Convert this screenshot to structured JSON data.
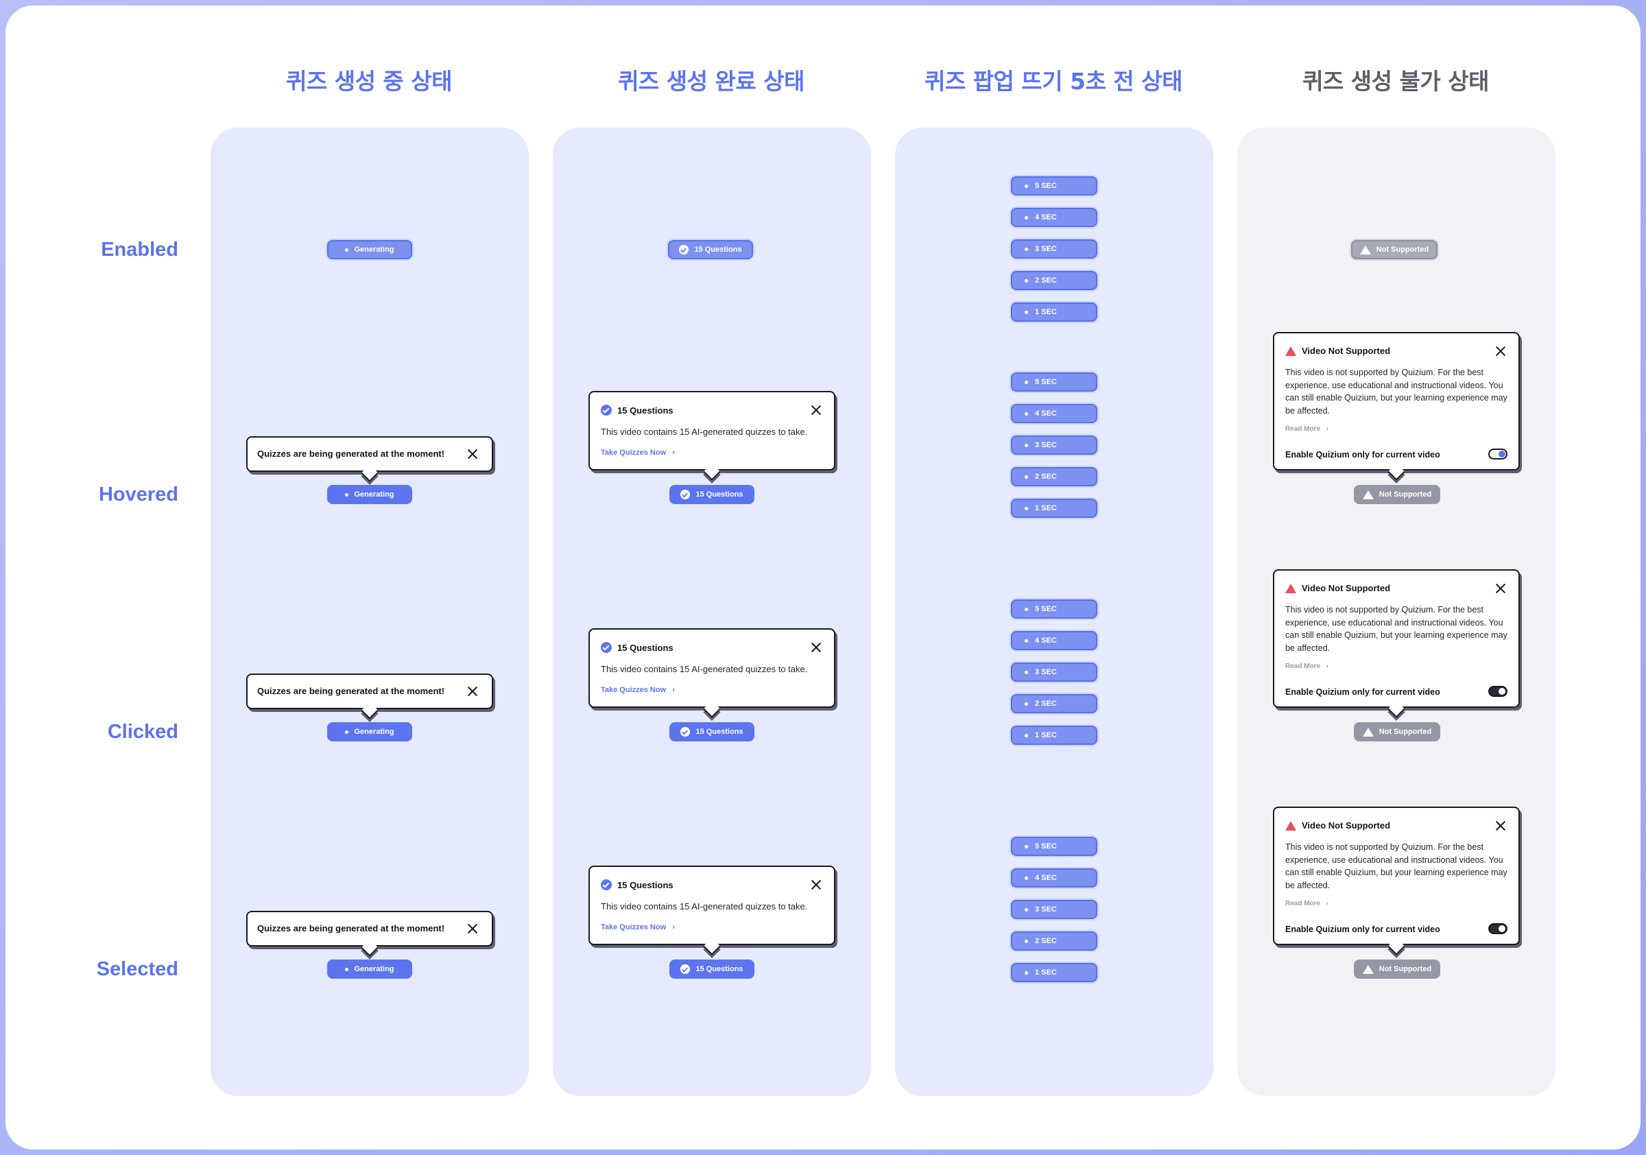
{
  "columns": [
    {
      "title": "퀴즈 생성 중 상태",
      "color": "#5c74ee"
    },
    {
      "title": "퀴즈 생성 완료 상태",
      "color": "#5c74ee"
    },
    {
      "title": "퀴즈 팝업 뜨기 5초 전 상태",
      "color": "#5c74ee"
    },
    {
      "title": "퀴즈 생성 불가 상태",
      "color": "#5c5f6b"
    }
  ],
  "rows": [
    "Enabled",
    "Hovered",
    "Clicked",
    "Selected"
  ],
  "generating": {
    "label": "Generating",
    "tooltip": "Quizzes are being generated at the moment!"
  },
  "questions": {
    "label": "15 Questions",
    "tooltip_title": "15 Questions",
    "tooltip_body": "This video contains 15 AI-generated quizzes to take.",
    "link": "Take Quizzes Now"
  },
  "countdown": [
    "5 SEC",
    "4 SEC",
    "3 SEC",
    "2 SEC",
    "1 SEC"
  ],
  "not_supported": {
    "label": "Not Supported",
    "tooltip_title": "Video Not Supported",
    "tooltip_body": "This video is not supported by Quizium. For the best experience, use educational and instructional videos. You can still enable Quizium, but your learning experience may be affected.",
    "link": "Read More",
    "enable_label": "Enable Quizium only for current video"
  },
  "icons": {
    "close": "close-icon",
    "check": "check-circle-icon",
    "warning": "warning-triangle-icon",
    "chevron": "chevron-right-icon",
    "dot": "dot-icon",
    "toggle": "toggle-icon"
  }
}
